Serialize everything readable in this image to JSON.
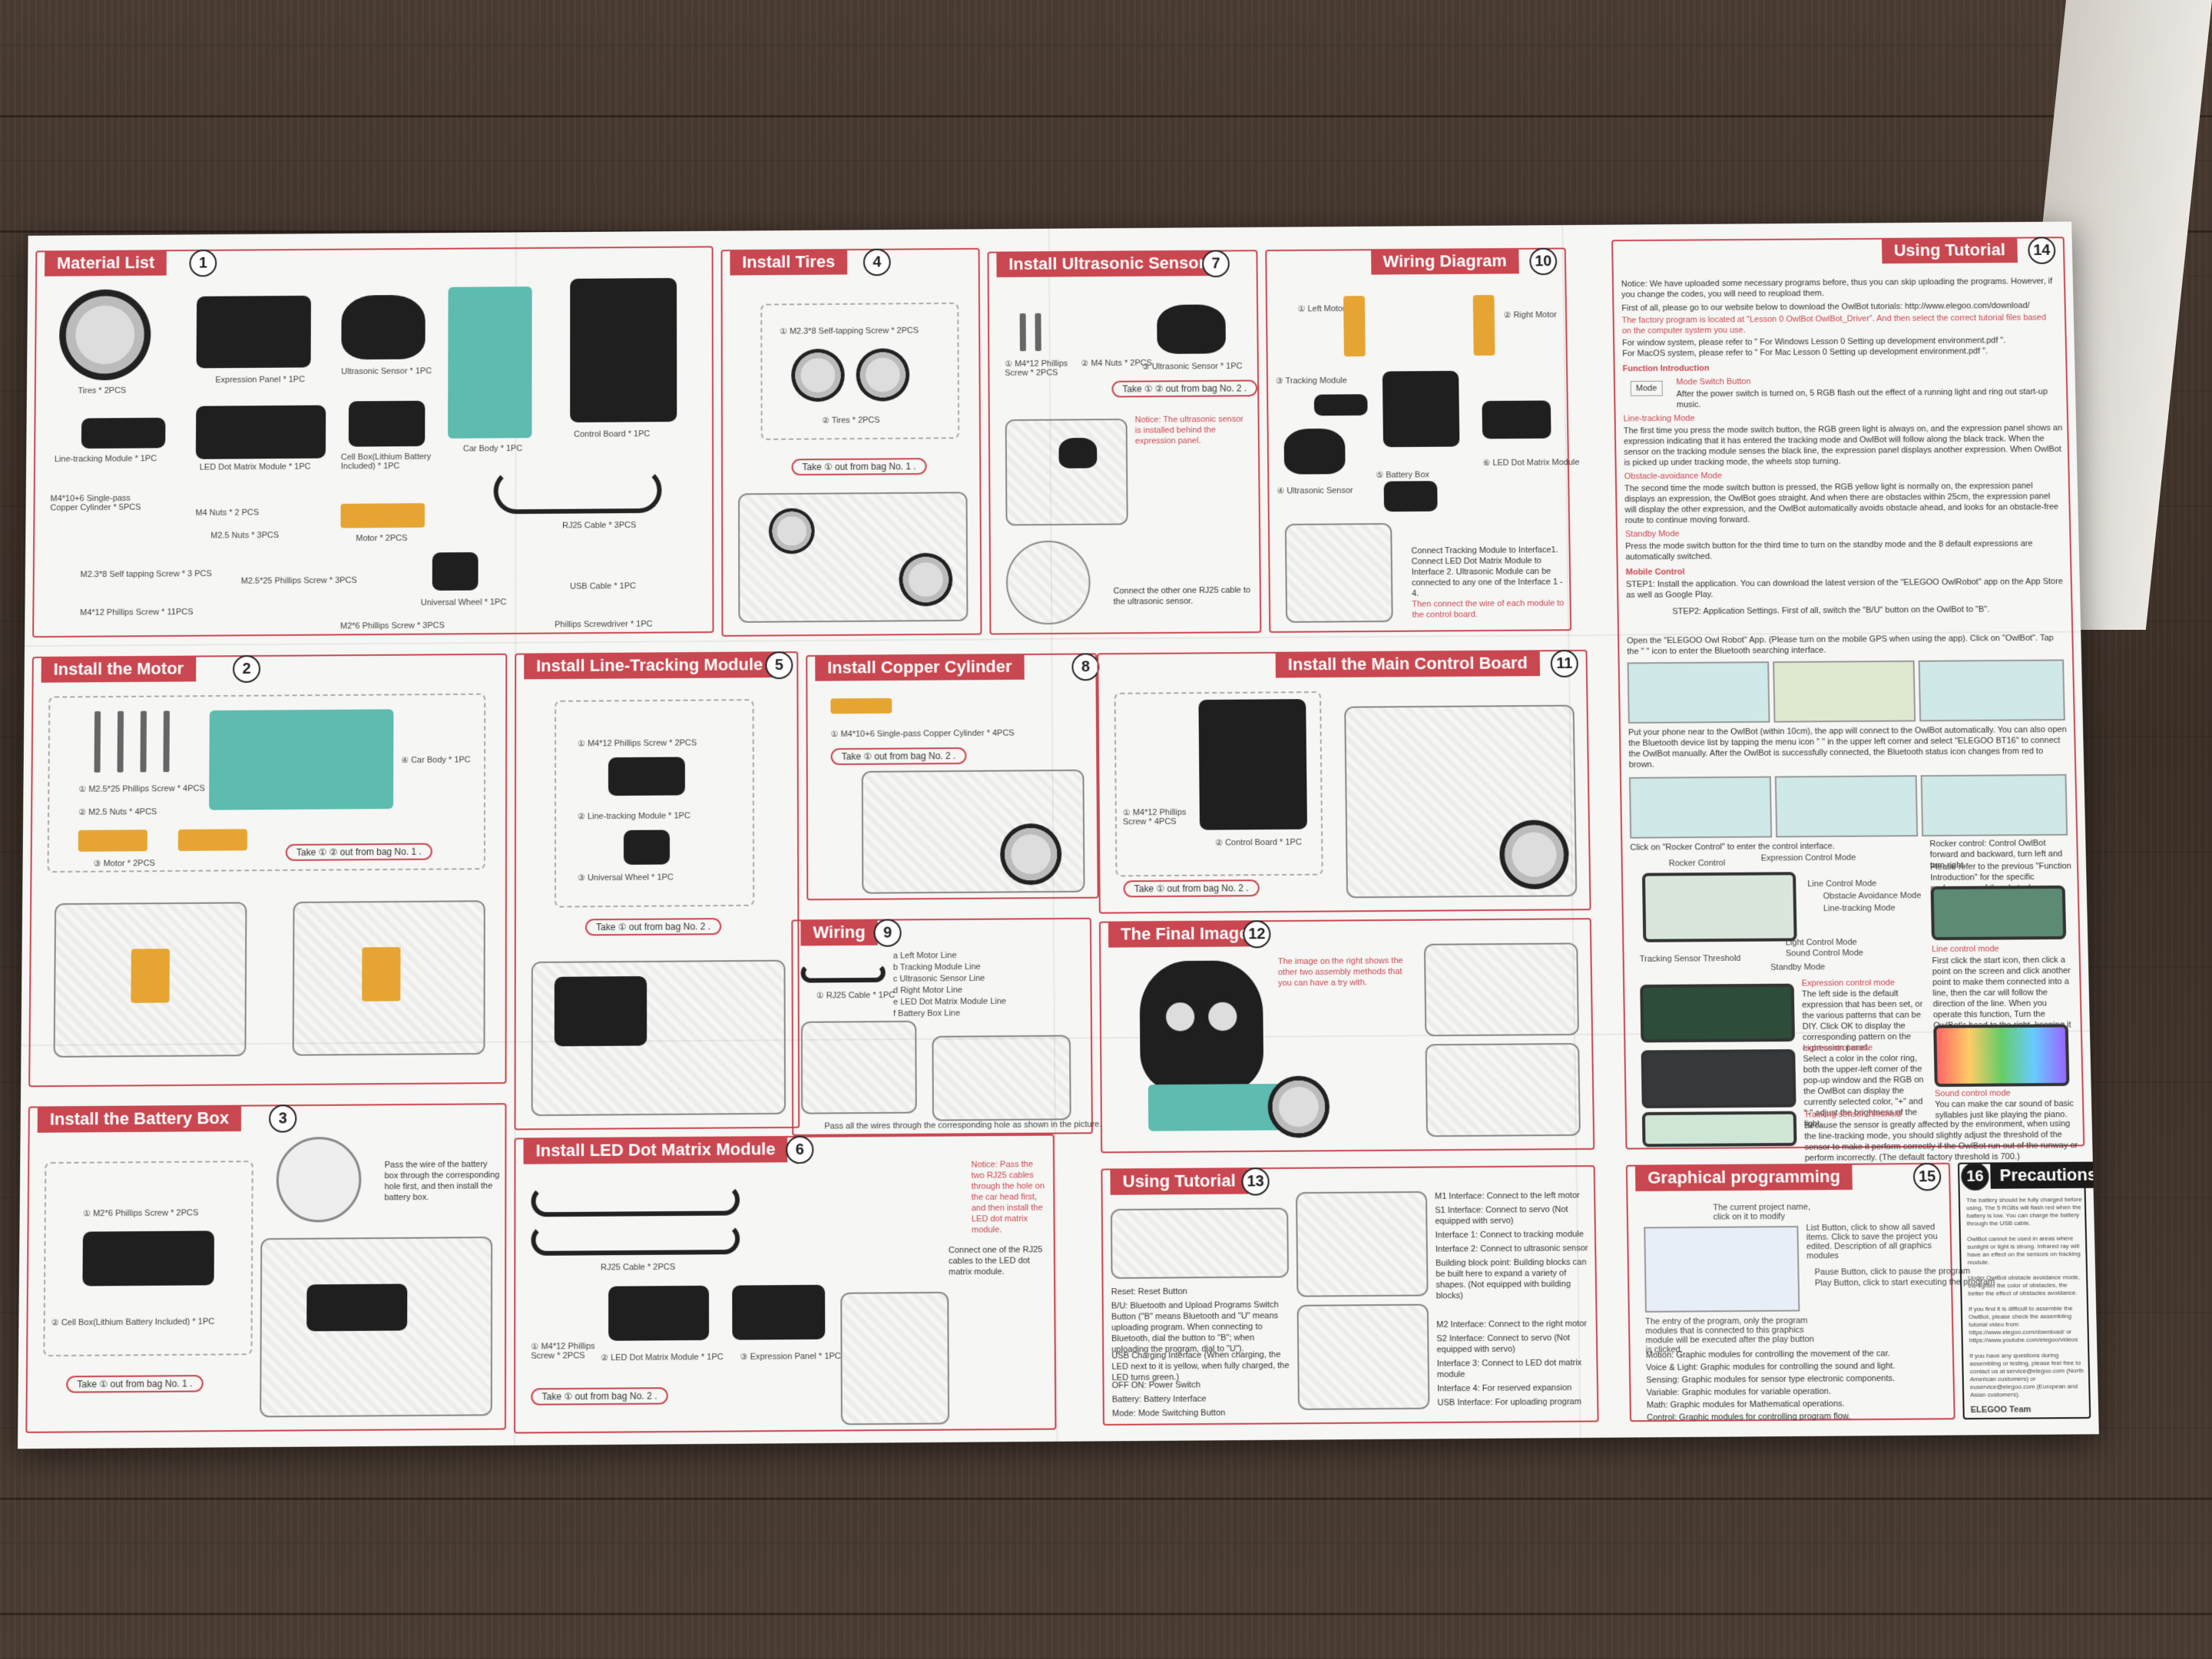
{
  "sections": {
    "material_list": {
      "title": "Material List",
      "num": "1"
    },
    "install_motor": {
      "title": "Install the Motor",
      "num": "2"
    },
    "install_battery": {
      "title": "Install the Battery Box",
      "num": "3"
    },
    "install_tires": {
      "title": "Install Tires",
      "num": "4"
    },
    "install_line": {
      "title": "Install Line-Tracking Module",
      "num": "5"
    },
    "install_led": {
      "title": "Install LED Dot Matrix Module",
      "num": "6"
    },
    "install_ultra": {
      "title": "Install Ultrasonic Sensor",
      "num": "7"
    },
    "install_copper": {
      "title": "Install Copper Cylinder",
      "num": "8"
    },
    "wiring": {
      "title": "Wiring",
      "num": "9"
    },
    "wiring_diagram": {
      "title": "Wiring Diagram",
      "num": "10"
    },
    "install_main": {
      "title": "Install the Main Control Board",
      "num": "11"
    },
    "final_image": {
      "title": "The Final Image",
      "num": "12"
    },
    "using_tutorial_13": {
      "title": "Using Tutorial",
      "num": "13"
    },
    "using_tutorial_14": {
      "title": "Using Tutorial",
      "num": "14"
    },
    "graphical": {
      "title": "Graphical programming",
      "num": "15"
    },
    "precautions": {
      "title": "Precautions",
      "num": "16"
    }
  },
  "material_parts": {
    "tires": "Tires * 2PCS",
    "expression_panel": "Expression Panel * 1PC",
    "ultrasonic": "Ultrasonic Sensor * 1PC",
    "control_board": "Control Board * 1PC",
    "line_tracking": "Line-tracking Module * 1PC",
    "led_matrix": "LED Dot Matrix Module * 1PC",
    "cell_box": "Cell Box(Lithium Battery Included) * 1PC",
    "car_body": "Car Body * 1PC",
    "copper": "M4*10+6 Single-pass Copper Cylinder * 5PCS",
    "m4_nuts": "M4 Nuts * 2 PCS",
    "m25_nuts": "M2.5 Nuts * 3PCS",
    "motor": "Motor * 2PCS",
    "rj25": "RJ25 Cable * 3PCS",
    "self_tap": "M2.3*8 Self tapping Screw * 3 PCS",
    "m25_screw": "M2.5*25 Phillips Screw * 3PCS",
    "universal_wheel": "Universal Wheel * 1PC",
    "usb": "USB Cable * 1PC",
    "m4_screw": "M4*12 Phillips Screw * 11PCS",
    "m2_screw": "M2*6 Phillips Screw * 3PCS",
    "screwdriver": "Phillips Screwdriver * 1PC"
  },
  "motor_step": {
    "screw": "① M2.5*25 Phillips Screw * 4PCS",
    "nuts": "② M2.5 Nuts * 4PCS",
    "motor": "③ Motor * 2PCS",
    "car_body": "④ Car Body * 1PC",
    "bag": "Take ① ② out from bag No. 1 ."
  },
  "battery_step": {
    "screw": "① M2*6 Phillips Screw * 2PCS",
    "cell": "② Cell Box(Lithium Battery Included) * 1PC",
    "bag": "Take ① out from bag No. 1 .",
    "note": "Pass the wire of the battery box through the corresponding hole first, and then install the battery box."
  },
  "tires_step": {
    "screw": "① M2.3*8 Self-tapping Screw * 2PCS",
    "tires": "② Tires * 2PCS",
    "bag": "Take ① out from bag No. 1 ."
  },
  "line_step": {
    "screw": "① M4*12 Phillips Screw * 2PCS",
    "module": "② Line-tracking Module * 1PC",
    "wheel": "③ Universal Wheel * 1PC",
    "bag": "Take ① out from bag No. 2 ."
  },
  "led_step": {
    "cable": "RJ25 Cable * 2PCS",
    "screw": "① M4*12 Phillips Screw * 2PCS",
    "led": "② LED Dot Matrix Module * 1PC",
    "panel": "③ Expression Panel * 1PC",
    "bag": "Take ① out from bag No. 2 .",
    "notice": "Notice: Pass the two RJ25 cables through the hole on the car head first, and then install the LED dot matrix module.",
    "connect": "Connect one of the RJ25 cables to the LED dot matrix module."
  },
  "ultra_step": {
    "screw": "① M4*12 Phillips Screw * 2PCS",
    "nuts": "② M4 Nuts * 2PCS",
    "sensor": "③ Ultrasonic Sensor * 1PC",
    "bag": "Take ① ② out from bag No. 2 .",
    "notice": "Notice: The ultrasonic sensor is installed behind the expression panel.",
    "connect": "Connect the other one RJ25 cable to the ultrasonic sensor."
  },
  "copper_step": {
    "copper": "① M4*10+6 Single-pass Copper Cylinder * 4PCS",
    "bag": "Take ① out from bag No. 2 ."
  },
  "wiring_step": {
    "cable": "① RJ25 Cable * 1PC",
    "lines": [
      "a Left Motor Line",
      "b Tracking Module Line",
      "c Ultrasonic Sensor Line",
      "d Right Motor Line",
      "e LED Dot Matrix Module Line",
      "f Battery Box Line"
    ],
    "bottom": "Pass all the wires through the corresponding hole as shown in the picture."
  },
  "diagram_step": {
    "left_motor": "① Left Motor",
    "right_motor": "② Right Motor",
    "tracking": "③ Tracking Module",
    "ultrasonic": "④ Ultrasonic Sensor",
    "battery": "⑤ Battery Box",
    "led": "⑥ LED Dot Matrix Module",
    "connect": "Connect Tracking Module to Interface1. Connect LED Dot Matrix Module to Interface 2. Ultrasonic Module can be connected to any one of the Interface 1 - 4.",
    "note": "Then connect the wire of each module to the control board."
  },
  "main_step": {
    "screw": "① M4*12 Phillips Screw * 4PCS",
    "board": "② Control Board * 1PC",
    "bag": "Take ① out from bag No. 2 ."
  },
  "final_step": {
    "text": "The image on the right shows the other two assembly methods that you can have a try with."
  },
  "tutorial13": {
    "reset": "Reset: Reset Button",
    "bu": "B/U: Bluetooth and Upload Programs Switch Button (\"B\" means Bluetooth and \"U\" means uploading program. When connecting to Bluetooth, dial the button to \"B\"; when uploading the program, dial to \"U\").",
    "usb": "USB Charging Interface (When charging, the LED next to it is yellow, when fully charged, the LED turns green.)",
    "onoff": "OFF ON: Power Switch",
    "battery": "Battery: Battery Interface",
    "mode": "Mode: Mode Switching Button",
    "m1": "M1 Interface: Connect to the left motor",
    "s1": "S1 Interface: Connect to servo (Not equipped with servo)",
    "i1": "Interface 1: Connect to tracking module",
    "i2": "Interface 2: Connect to ultrasonic sensor",
    "building": "Building block point: Building blocks can be built here to expand a variety of shapes. (Not equipped with building blocks)",
    "m2": "M2 Interface: Connect to the right motor",
    "s2": "S2 Interface: Connect to servo (Not equipped with servo)",
    "i3": "Interface 3: Connect to LED dot matrix module",
    "i4": "Interface 4: For reserved expansion",
    "usbif": "USB Interface: For uploading program"
  },
  "tutorial14": {
    "notice": "Notice: We have uploaded some necessary programs before, thus you can skip uploading the programs. However, if you change the codes, you will need to reupload them.",
    "first": "First of all, please go to our website below to download the OwlBot tutorials: http://www.elegoo.com/download/",
    "path": "The factory program is located at \"Lesson 0 OwlBot OwlBot_Driver\". And then select the correct tutorial files based on the computer system you use.",
    "windows": "For window system, please refer to \" For Windows Lesson 0 Setting up development environment.pdf \".",
    "mac": "For MacOS system, please refer to \" For Mac Lesson 0 Setting up development environment.pdf \".",
    "func_title": "Function Introduction",
    "mode_label": "Mode",
    "mode_switch": "Mode Switch Button",
    "mode_desc": "After the power switch is turned on, 5 RGB flash out the effect of a running light and ring out start-up music.",
    "line_title": "Line-tracking Mode",
    "line_desc": "The first time you press the mode switch button, the RGB green light is always on, and the expression panel shows an expression indicating that it has entered the tracking mode and OwlBot will follow along the black track. When the sensor on the tracking module senses the black line, the expression panel displays another expression. When OwlBot is picked up under tracking mode, the wheels stop turning.",
    "obstacle_title": "Obstacle-avoidance Mode",
    "obstacle_desc": "The second time the mode switch button is pressed, the RGB yellow light is normally on, the expression panel displays an expression, the OwlBot goes straight. And when there are obstacles within 25cm, the expression panel will display the other expression, and the OwlBot automatically avoids obstacle ahead, and looks for an obstacle-free route to continue moving forward.",
    "standby_title": "Standby Mode",
    "standby_desc": "Press the mode switch button for the third time to turn on the standby mode and the 8 default expressions are automatically switched.",
    "mobile_title": "Mobile Control",
    "step1": "STEP1: Install the application. You can download the latest version of the \"ELEGOO OwlRobot\" app on the App Store as well as Google Play.",
    "step2": "STEP2: Application Settings. First of all, switch the \"B/U\" button on the OwlBot to \"B\".",
    "open_app": "Open the \"ELEGOO Owl Robot\" App. (Please turn on the mobile GPS when using the app). Click on \"OwlBot\". Tap the \" \" icon to enter the Bluetooth searching interface.",
    "connect": "Put your phone near to the OwlBot (within 10cm), the app will connect to the OwlBot automatically. You can also open the Bluetooth device list by tapping the menu icon \" \" in the upper left corner and select \"ELEGOO BT16\" to connect the OwlBot manually. After the OwlBot is successfully connected, the Bluetooth status icon changes from red to brown.",
    "rocker_click": "Click on \"Rocker Control\" to enter the control interface.",
    "rocker_control": "Rocker Control",
    "expression_control": "Expression Control Mode",
    "rocker_desc": "Rocker control: Control OwlBot forward and backward, turn left and turn right.",
    "rocker_note": "Please refer to the previous \"Function Introduction\" for the specific performance of the obstacle avoidance mode, the tracking mode and the standby mode.",
    "line_control": "Line Control Mode",
    "obstacle_mode": "Obstacle Avoidance Mode",
    "line_tracking_mode": "Line-tracking Mode",
    "light_control": "Light Control Mode",
    "sound_control": "Sound Control Mode",
    "standby_mode": "Standby Mode",
    "tracking_threshold": "Tracking Sensor Threshold",
    "line_control_mode": "Line control mode",
    "line_control_desc": "First click the start icon, then click a point on the screen and click another point to make them connected into a line, then the car will follow the direction of the line. When you operate this function, Turn the OwlBot's head to the right, keeping it parallel to your phone.",
    "expression_mode": "Expression control mode",
    "expression_desc": "The left side is the default expression that has been set, or the various patterns that can be DIY. Click OK to display the corresponding pattern on the expression panel.",
    "light_mode": "Light control mode",
    "light_desc": "Select a color in the color ring, both the upper-left corner of the pop-up window and the RGB on the OwlBot can display the currently selected color, \"+\" and \"-\" adjust the brightness of the light.",
    "sound_mode": "Sound control mode",
    "sound_desc": "You can make the car sound of basic syllables just like playing the piano.",
    "threshold_title": "Tracking sensor threshold",
    "threshold_desc": "Because the sensor is greatly affected by the environment, when using the line-tracking mode, you should slightly adjust the threshold of the sensor to make it perform correctly if the OwlBot run out of the runway or perform incorrectly. (The default factory threshold is 700.)"
  },
  "graphical": {
    "project_name": "The current project name, click on it to modify",
    "list_button": "List Button, click to show all saved items. Click to save the project you edited. Description of all graphics modules",
    "pause": "Pause Button, click to pause the program",
    "play": "Play Button, click to start executing the program",
    "entry": "The entry of the program, only the program modules that is connected to this graphics module will be executed after the play button is clicked.",
    "modules": [
      "Motion: Graphic modules for controlling the movement of the car.",
      "Voice & Light: Graphic modules for controlling the sound and light.",
      "Sensing: Graphic modules for sensor type electronic components.",
      "Variable: Graphic modules for variable operation.",
      "Math: Graphic modules for Mathematical operations.",
      "Control: Graphic modules for controlling program flow."
    ]
  },
  "precautions": {
    "items": [
      "The battery should be fully charged before using. The 5 RGBs will flash red when the battery is low. You can charge the battery through the USB cable.",
      "OwlBot cannot be used in areas where sunlight or light is strong. Infrared ray will have an effect on the sensors on tracking module.",
      "Under OwlBot obstacle avoidance mode, the lighter the color of obstacles, the better the effect of obstacles avoidance.",
      "If you find it is difficult to assemble the OwlBot, please check the assembling tutorial video from: https://www.elegoo.com/download/ or https://www.youtube.com/elegoo/videos",
      "If you have any questions during assembling or testing, please feel free to contact us at service@elegoo.com (North American customers) or euservice@elegoo.com (European and Asian customers)."
    ],
    "team": "ELEGOO Team"
  }
}
